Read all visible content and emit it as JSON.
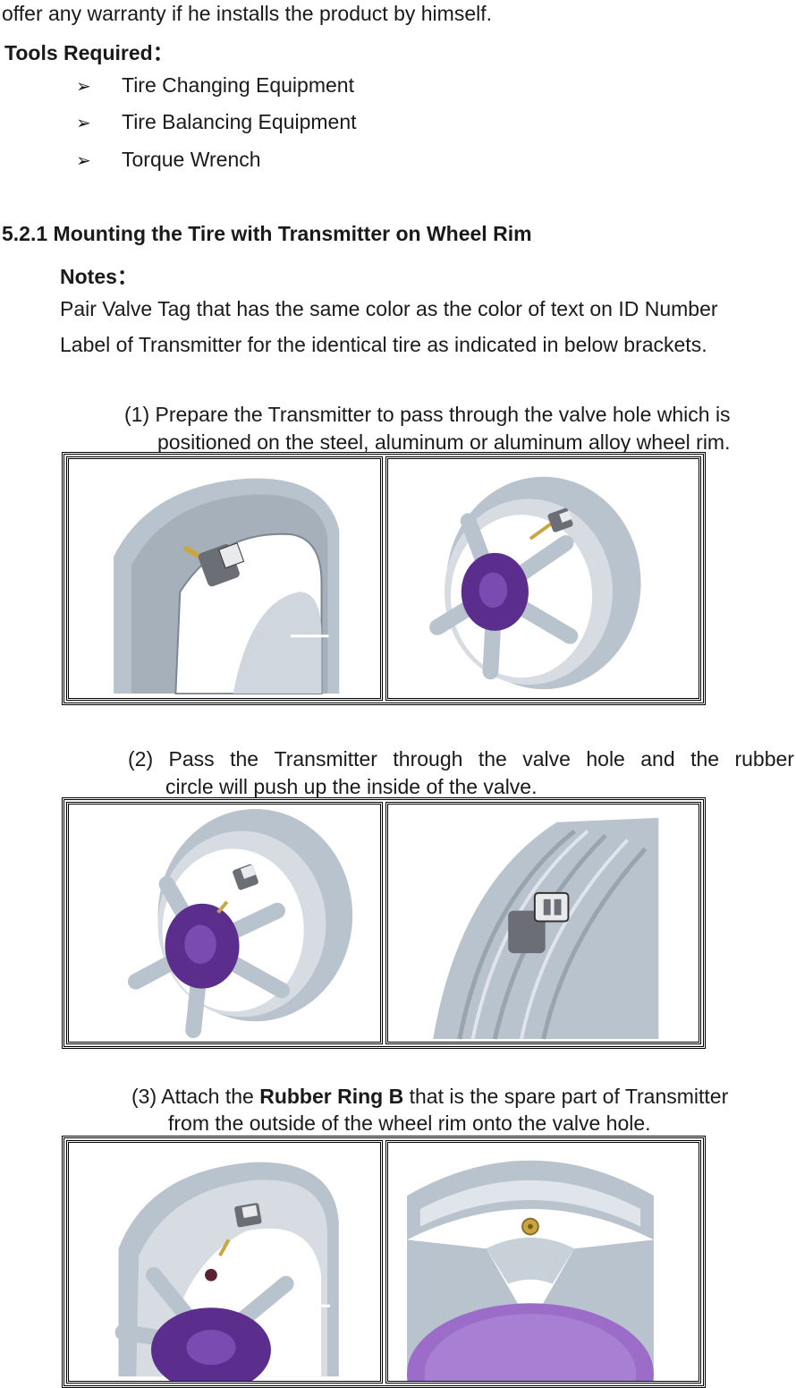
{
  "intro": {
    "trailing_line": "offer any warranty if he installs the product by himself."
  },
  "tools": {
    "heading": "Tools Required：",
    "bullet_glyph": "➢",
    "items": [
      "Tire Changing Equipment",
      "Tire Balancing Equipment",
      "Torque Wrench"
    ]
  },
  "section": {
    "heading": "5.2.1 Mounting the Tire with Transmitter on Wheel Rim",
    "notes_heading": "Notes：",
    "notes_line1": "Pair Valve Tag that has the same color as the color of text on ID Number",
    "notes_line2": "Label of Transmitter for the identical tire as indicated in below brackets."
  },
  "steps": [
    {
      "line1": "(1) Prepare the Transmitter to pass through the valve hole which is",
      "line2": "positioned on the steel, aluminum or aluminum alloy wheel rim."
    },
    {
      "line1_words": [
        "(2)",
        "Pass",
        "the",
        "Transmitter",
        "through",
        "the",
        "valve",
        "hole",
        "and",
        "the",
        "rubber"
      ],
      "line2": "circle will push up the inside of the valve."
    },
    {
      "line1_before": "(3) Attach the ",
      "line1_bold": "Rubber Ring B",
      "line1_after": " that is the spare part of Transmitter",
      "line2": "from the outside of the wheel rim onto the valve hole."
    }
  ],
  "illustrations": {
    "step1": [
      "rim-inner-with-transmitter",
      "rim-spokes-with-transmitter"
    ],
    "step2": [
      "rim-spokes-transmitter-through-hole",
      "rim-closeup-transmitter"
    ],
    "step3": [
      "rim-spokes-with-rubber-ring",
      "rim-outside-valve-hole"
    ]
  },
  "colors": {
    "text": "#1a1a1a",
    "rim_gray": "#b9c3cd",
    "rim_dark": "#7d8793",
    "hub_purple": "#5b2d8c",
    "valve_yellow": "#c9a640"
  }
}
